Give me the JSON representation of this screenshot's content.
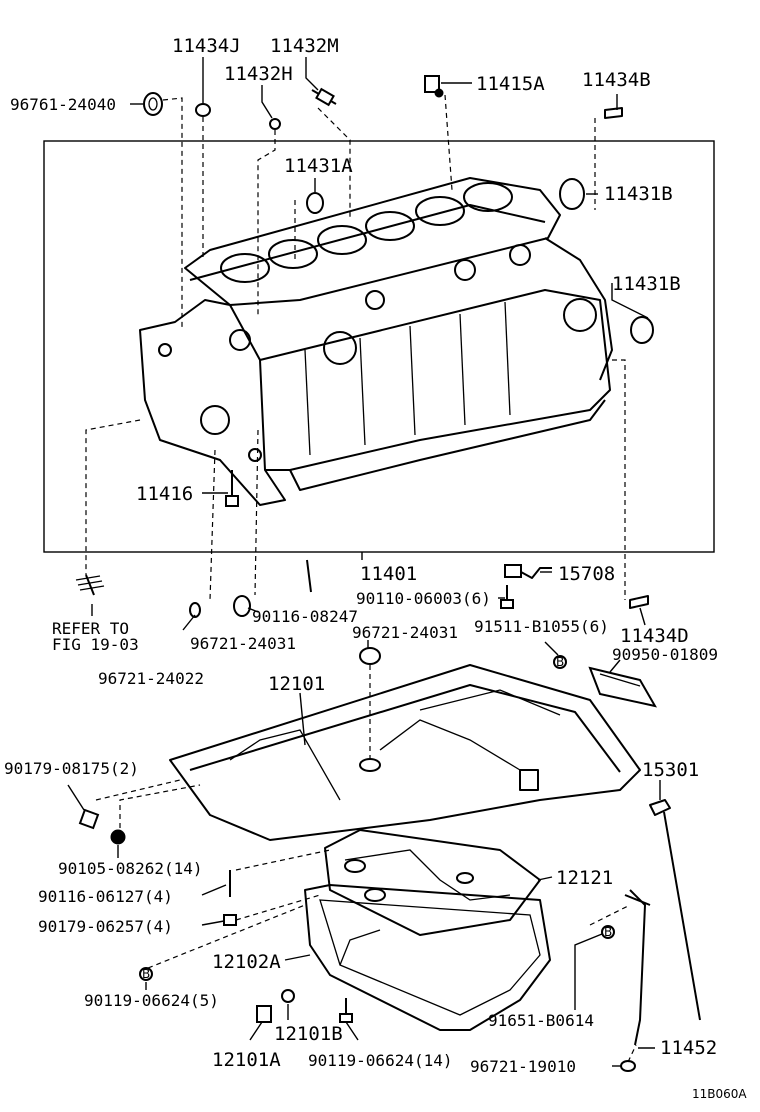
{
  "figure_code": "11B060A",
  "callouts": {
    "c11434J": "11434J",
    "c11432M": "11432M",
    "c11432H": "11432H",
    "c96761_24040": "96761-24040",
    "c11415A": "11415A",
    "c11434B": "11434B",
    "c11431A": "11431A",
    "c11431B_top": "11431B",
    "c11431B_right": "11431B",
    "c11416": "11416",
    "c11401": "11401",
    "c15708": "15708",
    "c90110_06003": "90110-06003(6)",
    "c90116_08247": "90116-08247",
    "c96721_24031_a": "96721-24031",
    "c96721_24031_b": "96721-24031",
    "c91511_B1055": "91511-B1055(6)",
    "c11434D": "11434D",
    "c90950_01809": "90950-01809",
    "c96721_24022": "96721-24022",
    "c12101": "12101",
    "c90179_08175": "90179-08175(2)",
    "c15301": "15301",
    "c90105_08262": "90105-08262(14)",
    "c12121": "12121",
    "c90116_06127": "90116-06127(4)",
    "c90179_06257": "90179-06257(4)",
    "c12102A": "12102A",
    "c90119_06624_5": "90119-06624(5)",
    "c91651_B0614": "91651-B0614",
    "c12101B": "12101B",
    "c12101A": "12101A",
    "c90119_06624_14": "90119-06624(14)",
    "c96721_19010": "96721-19010",
    "c11452": "11452",
    "refer_line1": "REFER TO",
    "refer_line2": "FIG 19-03"
  }
}
